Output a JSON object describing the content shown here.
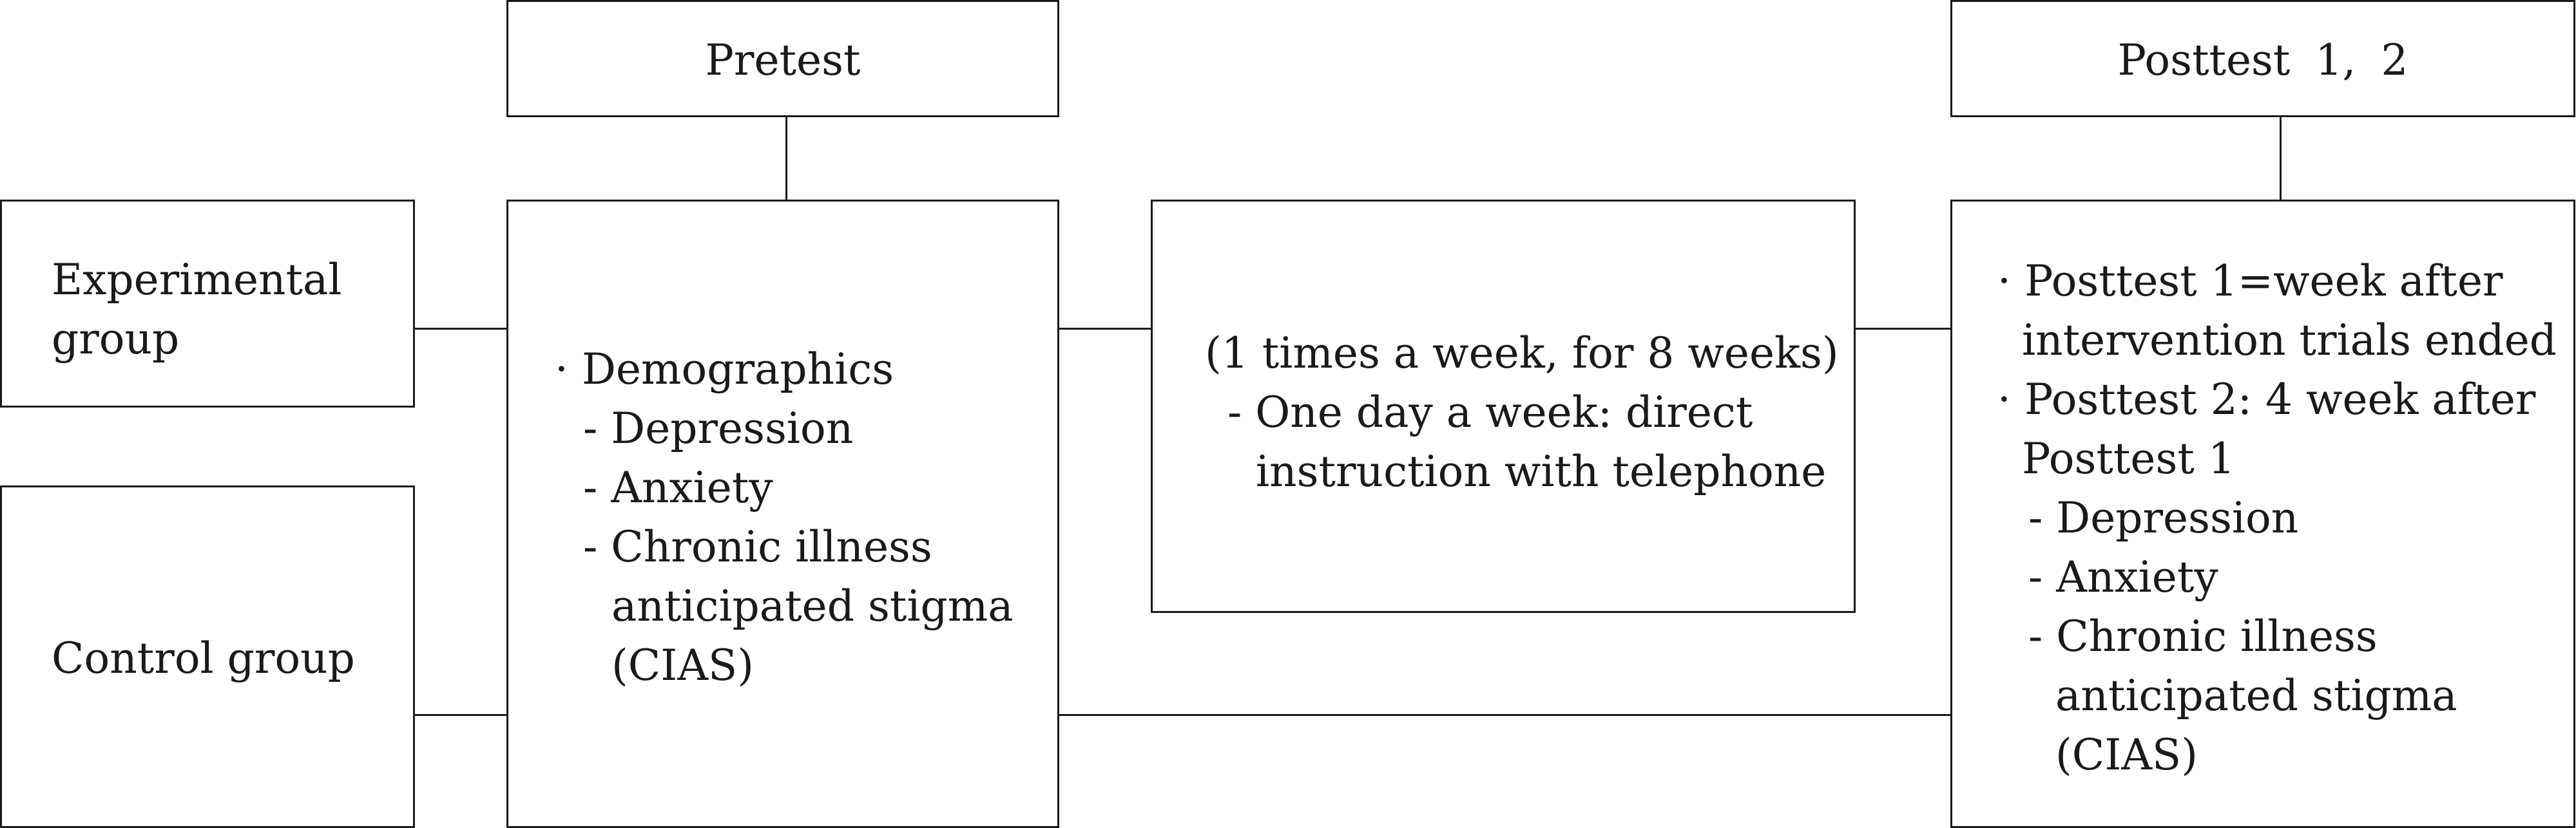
{
  "pretest": {
    "header": "Pretest",
    "measures_title": "· Demographics",
    "measures": [
      "- Depression",
      "- Anxiety",
      "- Chronic illness",
      "anticipated stigma",
      "(CIAS)"
    ]
  },
  "posttest": {
    "header": "Posttest 1, 2",
    "line1": "· Posttest 1=week after",
    "line2": "intervention trials ended",
    "line3": "· Posttest 2: 4 week after",
    "line4": "Posttest 1",
    "measures": [
      "- Depression",
      "- Anxiety",
      "- Chronic illness",
      "anticipated stigma",
      "(CIAS)"
    ]
  },
  "groups": {
    "experimental_line1": "Experimental",
    "experimental_line2": "group",
    "control": "Control group"
  },
  "intervention": {
    "frequency": "(1 times a week, for 8 weeks)",
    "detail_line1": "- One day a week: direct",
    "detail_line2": "instruction with telephone"
  }
}
